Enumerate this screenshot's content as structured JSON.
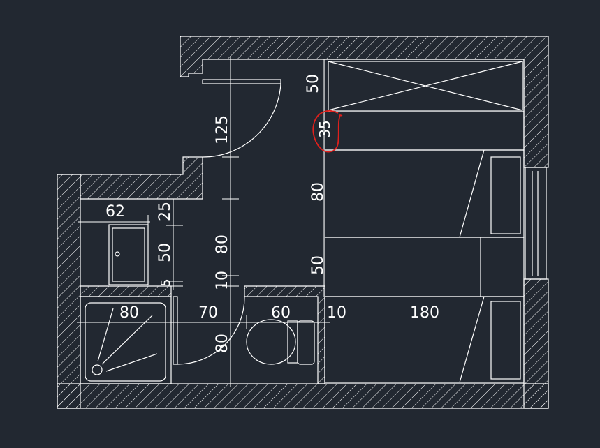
{
  "drawing": {
    "title": "Bedroom and bathroom floor plan",
    "colors": {
      "background": "#222831",
      "lines": "#ffffff",
      "annotation": "#e0201c"
    },
    "dimensions": {
      "corridor_door": "125",
      "corridor_mid": "80",
      "corridor_gap": "10",
      "corridor_bath_door": "80",
      "wardrobe_depth": "50",
      "desk_depth": "35",
      "bed_upper_width": "80",
      "bed_gap": "50",
      "shower_width": "80",
      "bath_passage": "70",
      "toilet_width": "60",
      "partition": "10",
      "bed_length": "180",
      "sink_width": "62",
      "sink_top_gap": "25",
      "sink_depth": "50",
      "sink_bottom_gap": "5"
    }
  }
}
